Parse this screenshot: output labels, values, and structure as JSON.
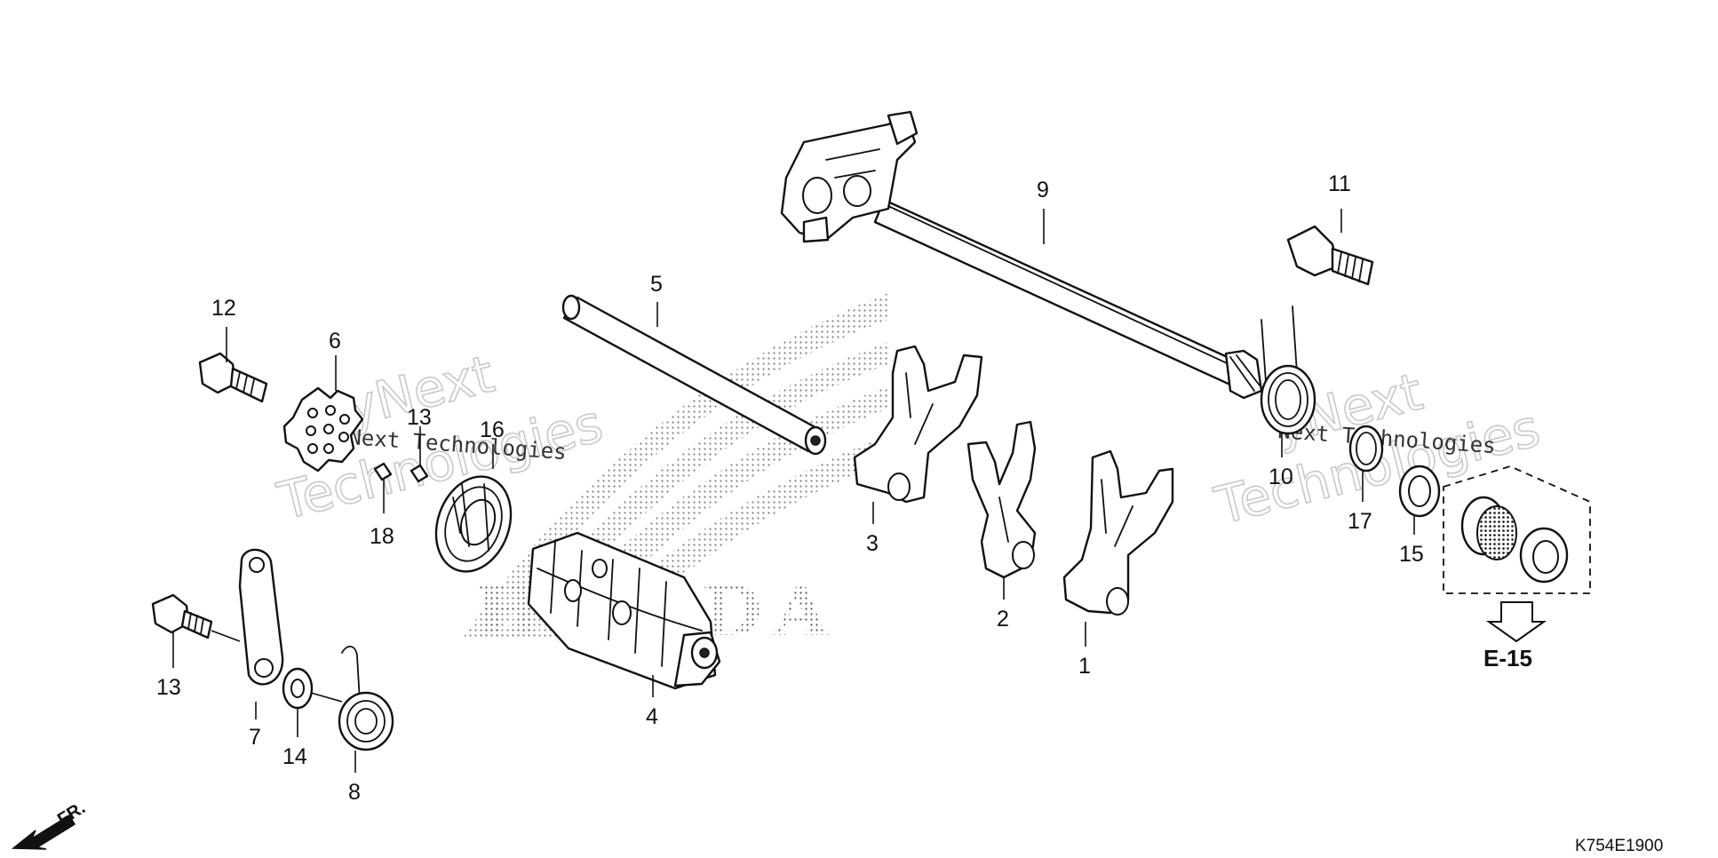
{
  "diagram": {
    "callouts": [
      {
        "id": "c1",
        "label": "1"
      },
      {
        "id": "c2",
        "label": "2"
      },
      {
        "id": "c3",
        "label": "3"
      },
      {
        "id": "c4",
        "label": "4"
      },
      {
        "id": "c5",
        "label": "5"
      },
      {
        "id": "c6",
        "label": "6"
      },
      {
        "id": "c7",
        "label": "7"
      },
      {
        "id": "c8",
        "label": "8"
      },
      {
        "id": "c9",
        "label": "9"
      },
      {
        "id": "c10",
        "label": "10"
      },
      {
        "id": "c11",
        "label": "11"
      },
      {
        "id": "c12",
        "label": "12"
      },
      {
        "id": "c13a",
        "label": "13"
      },
      {
        "id": "c13b",
        "label": "13"
      },
      {
        "id": "c14",
        "label": "14"
      },
      {
        "id": "c15",
        "label": "15"
      },
      {
        "id": "c16",
        "label": "16"
      },
      {
        "id": "c17",
        "label": "17"
      },
      {
        "id": "c18",
        "label": "18"
      }
    ],
    "reference_label": "E-15",
    "diagram_code": "K754E1900",
    "front_label": "FR.",
    "watermark_left": {
      "line1": "yNext",
      "line2": "Technologies",
      "overlay": "Next Technologies"
    },
    "watermark_right": {
      "line1": "yNext",
      "line2": "Technologies",
      "overlay": "Next Technologies"
    },
    "background_logo_text": "HONDA"
  }
}
